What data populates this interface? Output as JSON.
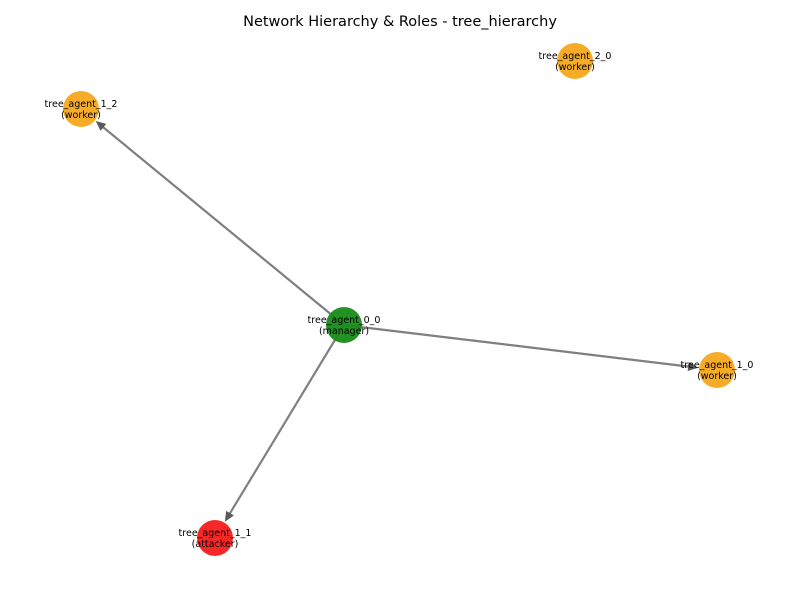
{
  "title": "Network Hierarchy & Roles - tree_hierarchy",
  "role_colors": {
    "manager": "#178b17",
    "worker": "#f7a81b",
    "attacker": "#f41c1c"
  },
  "nodes": [
    {
      "id": "tree_agent_0_0",
      "role": "manager",
      "label_line1": "tree_agent_0_0",
      "label_line2": "(manager)"
    },
    {
      "id": "tree_agent_1_0",
      "role": "worker",
      "label_line1": "tree_agent_1_0",
      "label_line2": "(worker)"
    },
    {
      "id": "tree_agent_1_1",
      "role": "attacker",
      "label_line1": "tree_agent_1_1",
      "label_line2": "(attacker)"
    },
    {
      "id": "tree_agent_1_2",
      "role": "worker",
      "label_line1": "tree_agent_1_2",
      "label_line2": "(worker)"
    },
    {
      "id": "tree_agent_2_0",
      "role": "worker",
      "label_line1": "tree_agent_2_0",
      "label_line2": "(worker)"
    }
  ],
  "edges": [
    {
      "from": "tree_agent_0_0",
      "to": "tree_agent_1_2"
    },
    {
      "from": "tree_agent_0_0",
      "to": "tree_agent_1_0"
    },
    {
      "from": "tree_agent_0_0",
      "to": "tree_agent_1_1"
    }
  ]
}
